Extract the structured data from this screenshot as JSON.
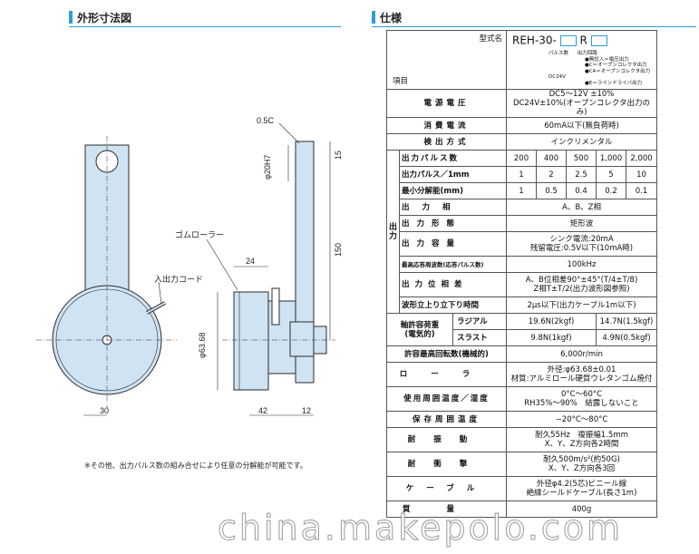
{
  "left_section": {
    "title": "外形寸法図"
  },
  "right_section": {
    "title": "仕様"
  },
  "drawing": {
    "dim_chamfer": "0.5C",
    "dim_phi20h7": "φ20H7",
    "dim_15": "15",
    "dim_150": "150",
    "dim_24": "24",
    "dim_phi63": "φ63.68",
    "dim_30": "30",
    "dim_42": "42",
    "dim_12": "12",
    "label_roller": "ゴムローラー",
    "label_cord": "入出力コード"
  },
  "note": "※その他、出力パルス数の組み合せにより任意の分解能が可能です。",
  "spec": {
    "model_label": "型式名",
    "model_code": "REH-30-",
    "model_r": "R",
    "model_pulse": "パルス数",
    "model_output": "出力回路",
    "model_opt1": "●無記入＝電圧出力",
    "model_opt2": "●C＝オープンコレクタ出力",
    "model_opt3": "●C4＝オープンコレクタ出力DC24V",
    "model_opt4": "●E＝ラインドライバ出力",
    "item_label": "項目",
    "rows": {
      "voltage_label": "電源電圧",
      "voltage_val1": "DC5～12V ±10%",
      "voltage_val2": "DC24V±10%(オープンコレクタ出力のみ)",
      "current_label": "消費電流",
      "current_val": "60mA以下(無負荷時)",
      "method_label": "検出方式",
      "method_val": "インクリメンタル",
      "output_group": "出力",
      "pulse_label": "出力パルス数",
      "pulse_vals": [
        "200",
        "400",
        "500",
        "1,000",
        "2,000"
      ],
      "ppm_label": "出力パルス／1mm",
      "ppm_vals": [
        "1",
        "2",
        "2.5",
        "5",
        "10"
      ],
      "res_label": "最小分解能(mm)",
      "res_vals": [
        "1",
        "0.5",
        "0.4",
        "0.2",
        "0.1"
      ],
      "phase_label": "出力相",
      "phase_val": "A、B、Z相",
      "wave_label": "出力形態",
      "wave_val": "矩形波",
      "cap_label": "出力容量",
      "cap_val1": "シンク電流:20mA",
      "cap_val2": "残留電圧:0.5V以下(10mA時)",
      "freq_label": "最高応答周波数(応答パルス数)",
      "freq_val": "100kHz",
      "phdiff_label": "出力位相差",
      "phdiff_val1": "A、B位相差90°±45°(T/4±T/8)",
      "phdiff_val2": "Z相T±T/2(出力波形図参照)",
      "rise_label": "波形立上り立下り時間",
      "rise_val": "2μs以下(出力ケーブル1m以下)",
      "load_label1": "軸許容荷重",
      "load_label2": "(電気的)",
      "radial_label": "ラジアル",
      "radial_v1": "19.6N(2kgf)",
      "radial_v2": "14.7N(1.5kgf)",
      "thrust_label": "スラスト",
      "thrust_v1": "9.8N(1kgf)",
      "thrust_v2": "4.9N(0.5kgf)",
      "speed_label": "許容最高回転数(機械的)",
      "speed_val": "6,000r/min",
      "roller_label": "ローラ",
      "roller_val1": "外径:φ63.68±0.01",
      "roller_val2": "材質:アルミロール硬質ウレタンゴム焼付",
      "env_label": "使用周囲温度／湿度",
      "env_val1": "0°C～60°C",
      "env_val2": "RH35%～90%　結露しないこと",
      "store_label": "保存周囲温度",
      "store_val": "−20°C～80°C",
      "vib_label": "耐振動",
      "vib_val1": "耐久55Hz　複振幅1.5mm",
      "vib_val2": "X、Y、Z方向各2時間",
      "shock_label": "耐衝撃",
      "shock_val1": "耐久500m/s²(約50G)",
      "shock_val2": "X、Y、Z方向各3回",
      "cable_label": "ケーブル",
      "cable_val1": "外径φ4.2(5芯)ビニール線",
      "cable_val2": "絶縁シールドケーブル(長さ1m)",
      "mass_label": "質量",
      "mass_val": "400g"
    }
  },
  "watermark": "china.makepolo.com",
  "colors": {
    "accent": "#2a9fd6",
    "part_fill": "#cfe3f3",
    "part_stroke": "#2b2b2b"
  }
}
